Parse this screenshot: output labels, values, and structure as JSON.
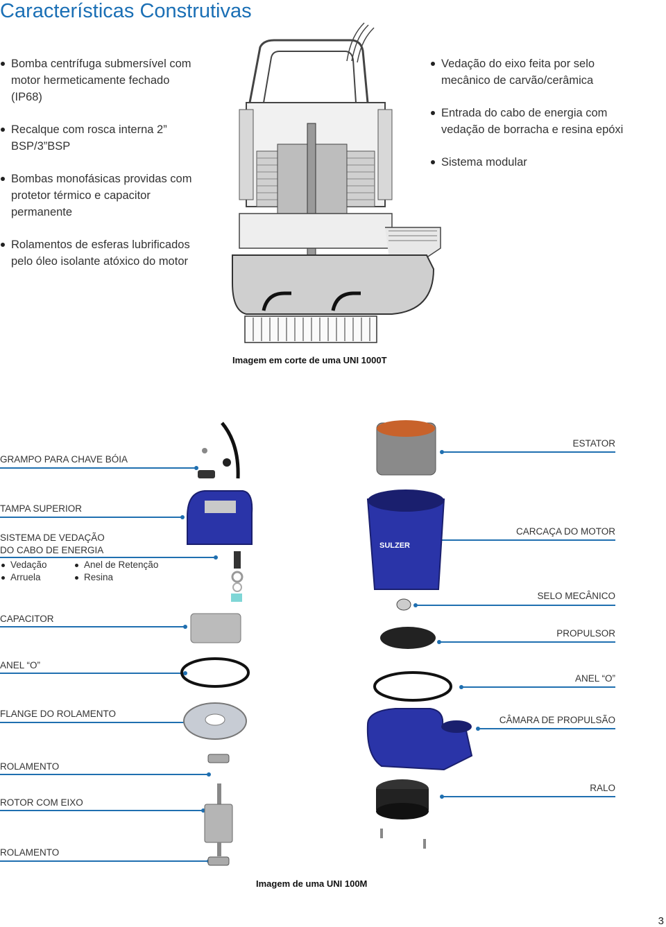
{
  "title": "Características Construtivas",
  "left_bullets": [
    "Bomba centrífuga submersível com motor hermeticamente fechado (IP68)",
    "Recalque com rosca interna 2” BSP/3”BSP",
    "Bombas monofásicas providas com protetor térmico e capacitor permanente",
    "Rolamentos de esferas lubri­ficados pelo óleo isolante atóxico do motor"
  ],
  "right_bullets": [
    "Vedação do eixo feita por selo mecânico de carvão/cerâmica",
    "Entrada do cabo de energia com vedação de borracha e resina epóxi",
    "Sistema modular"
  ],
  "caption_section": "Imagem em corte de uma UNI 1000T",
  "caption_exploded": "Imagem de uma UNI 100M",
  "left_labels": {
    "grampo": "GRAMPO PARA CHAVE BÓIA",
    "tampa": "TAMPA SUPERIOR",
    "sistema_l1": "SISTEMA DE VEDAÇÃO",
    "sistema_l2": "DO CABO DE ENERGIA",
    "sub_a": "Vedação",
    "sub_b": "Arruela",
    "sub_c": "Anel de Retenção",
    "sub_d": "Resina",
    "capacitor": "CAPACITOR",
    "anel_o": "ANEL “O”",
    "flange": "FLANGE DO ROLAMENTO",
    "rolamento1": "ROLAMENTO",
    "rotor": "ROTOR COM EIXO",
    "rolamento2": "ROLAMENTO"
  },
  "right_labels": {
    "estator": "ESTATOR",
    "carcaca": "CARCAÇA DO MOTOR",
    "selo": "SELO MECÂNICO",
    "propulsor": "PROPULSOR",
    "anel_o": "ANEL “O”",
    "camara": "CÂMARA DE PROPULSÃO",
    "ralo": "RALO"
  },
  "brand": "SULZER",
  "page_number": "3",
  "colors": {
    "accent": "#1a6fb5",
    "pump_blue": "#2a34a8",
    "line": "#1f6fb0"
  }
}
